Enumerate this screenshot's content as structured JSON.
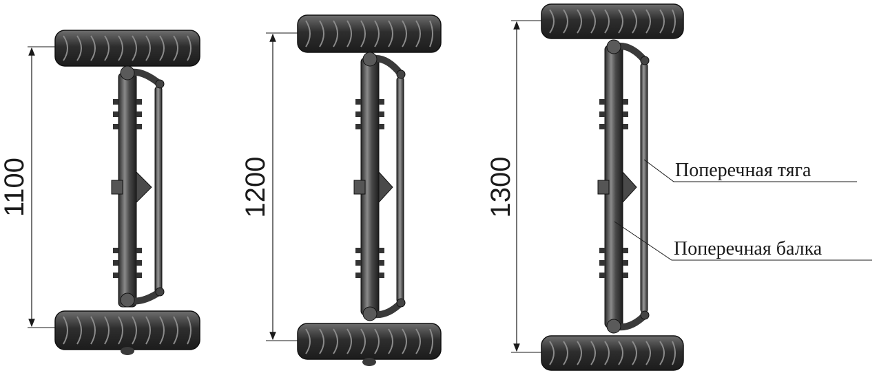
{
  "axles": [
    {
      "dimension": "1100"
    },
    {
      "dimension": "1200"
    },
    {
      "dimension": "1300"
    }
  ],
  "callouts": {
    "tie_rod": "Поперечная тяга",
    "cross_beam": "Поперечная балка"
  },
  "colors": {
    "metal_dark": "#3c3c3c",
    "metal_mid": "#6a6a6a",
    "metal_light": "#b5b5b5",
    "tire": "#2e2e2e",
    "line": "#1a1a1a"
  }
}
